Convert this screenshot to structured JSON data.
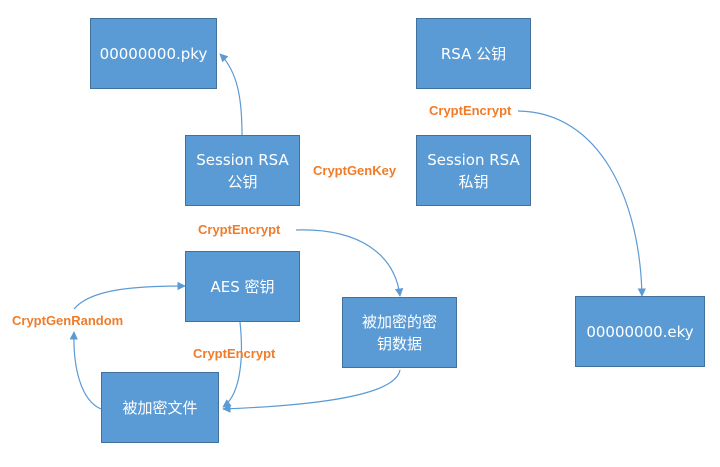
{
  "boxes": {
    "pky_file": "00000000.pky",
    "rsa_public_key": "RSA 公钥",
    "session_rsa_public": "Session RSA\n公钥",
    "session_rsa_private": "Session RSA\n私钥",
    "aes_key": "AES 密钥",
    "encrypted_key_data": "被加密的密\n钥数据",
    "eky_file": "00000000.eky",
    "encrypted_file": "被加密文件"
  },
  "labels": {
    "crypt_encrypt_top": "CryptEncrypt",
    "crypt_gen_key": "CryptGenKey",
    "crypt_encrypt_mid": "CryptEncrypt",
    "crypt_gen_random": "CryptGenRandom",
    "crypt_encrypt_bottom": "CryptEncrypt"
  },
  "colors": {
    "box_fill": "#5b9bd5",
    "box_border": "#41719c",
    "label": "#f07c2a",
    "arrow": "#5b9bd5"
  }
}
